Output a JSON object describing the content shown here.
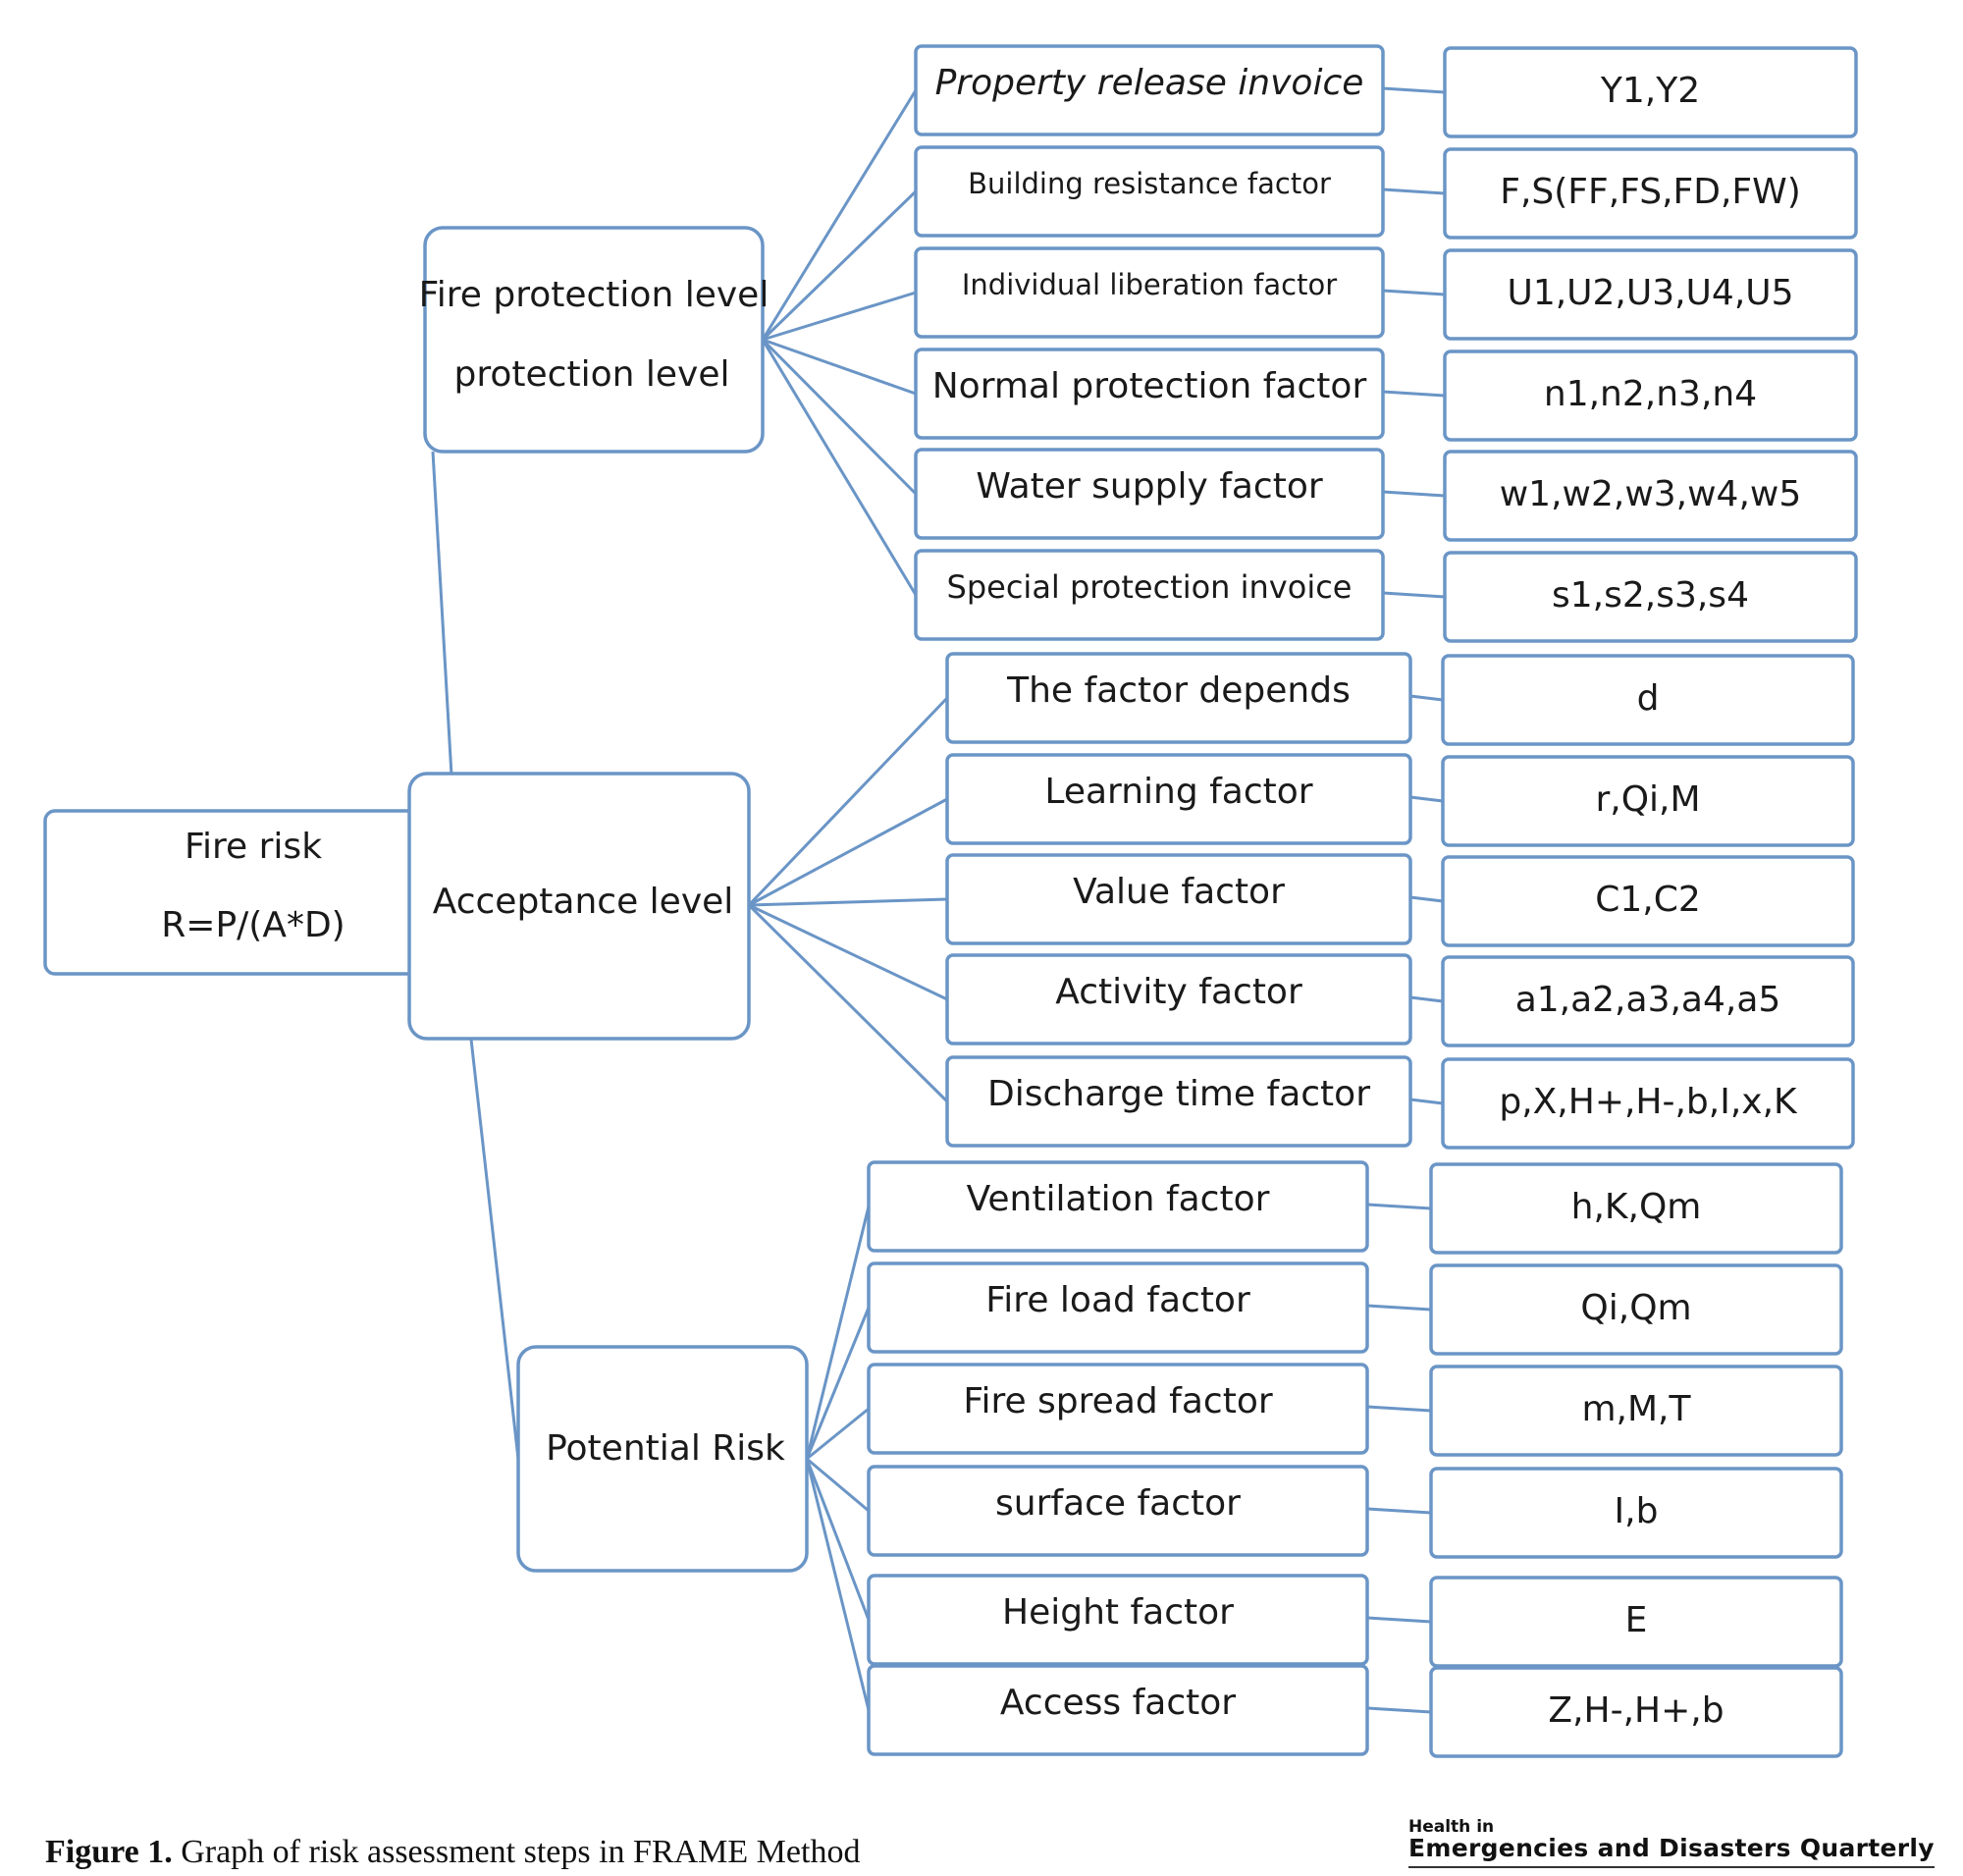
{
  "root": {
    "title": "Fire risk",
    "formula": "R=P/(A*D)"
  },
  "branches": [
    {
      "label_lines": [
        "Fire protection level",
        "protection level"
      ],
      "items": [
        {
          "factor": "Property release invoice",
          "params": "Y1,Y2",
          "italic": true
        },
        {
          "factor": "Building resistance factor",
          "params": "F,S(FF,FS,FD,FW)"
        },
        {
          "factor": "Individual liberation factor",
          "params": "U1,U2,U3,U4,U5"
        },
        {
          "factor": "Normal protection factor",
          "params": "n1,n2,n3,n4"
        },
        {
          "factor": "Water supply factor",
          "params": "w1,w2,w3,w4,w5"
        },
        {
          "factor": "Special protection invoice",
          "params": "s1,s2,s3,s4"
        }
      ]
    },
    {
      "label_lines": [
        "Acceptance level"
      ],
      "items": [
        {
          "factor": "The factor depends",
          "params": "d"
        },
        {
          "factor": "Learning factor",
          "params": "r,Qi,M"
        },
        {
          "factor": "Value factor",
          "params": "C1,C2"
        },
        {
          "factor": "Activity factor",
          "params": "a1,a2,a3,a4,a5"
        },
        {
          "factor": "Discharge time factor",
          "params": "p,X,H+,H-,b,I,x,K"
        }
      ]
    },
    {
      "label_lines": [
        "Potential Risk"
      ],
      "items": [
        {
          "factor": "Ventilation factor",
          "params": "h,K,Qm"
        },
        {
          "factor": "Fire load factor",
          "params": "Qi,Qm"
        },
        {
          "factor": "Fire spread factor",
          "params": "m,M,T"
        },
        {
          "factor": "surface factor",
          "params": "I,b"
        },
        {
          "factor": "Height factor",
          "params": "E"
        },
        {
          "factor": "Access factor",
          "params": "Z,H-,H+,b"
        }
      ]
    }
  ],
  "caption": {
    "label": "Figure 1.",
    "text": "Graph of risk assessment steps in FRAME Method"
  },
  "logo": {
    "line1": "Health in",
    "line2": "Emergencies and Disasters Quarterly"
  },
  "colors": {
    "stroke": "#6a95c6",
    "text": "#1a1a1a"
  }
}
